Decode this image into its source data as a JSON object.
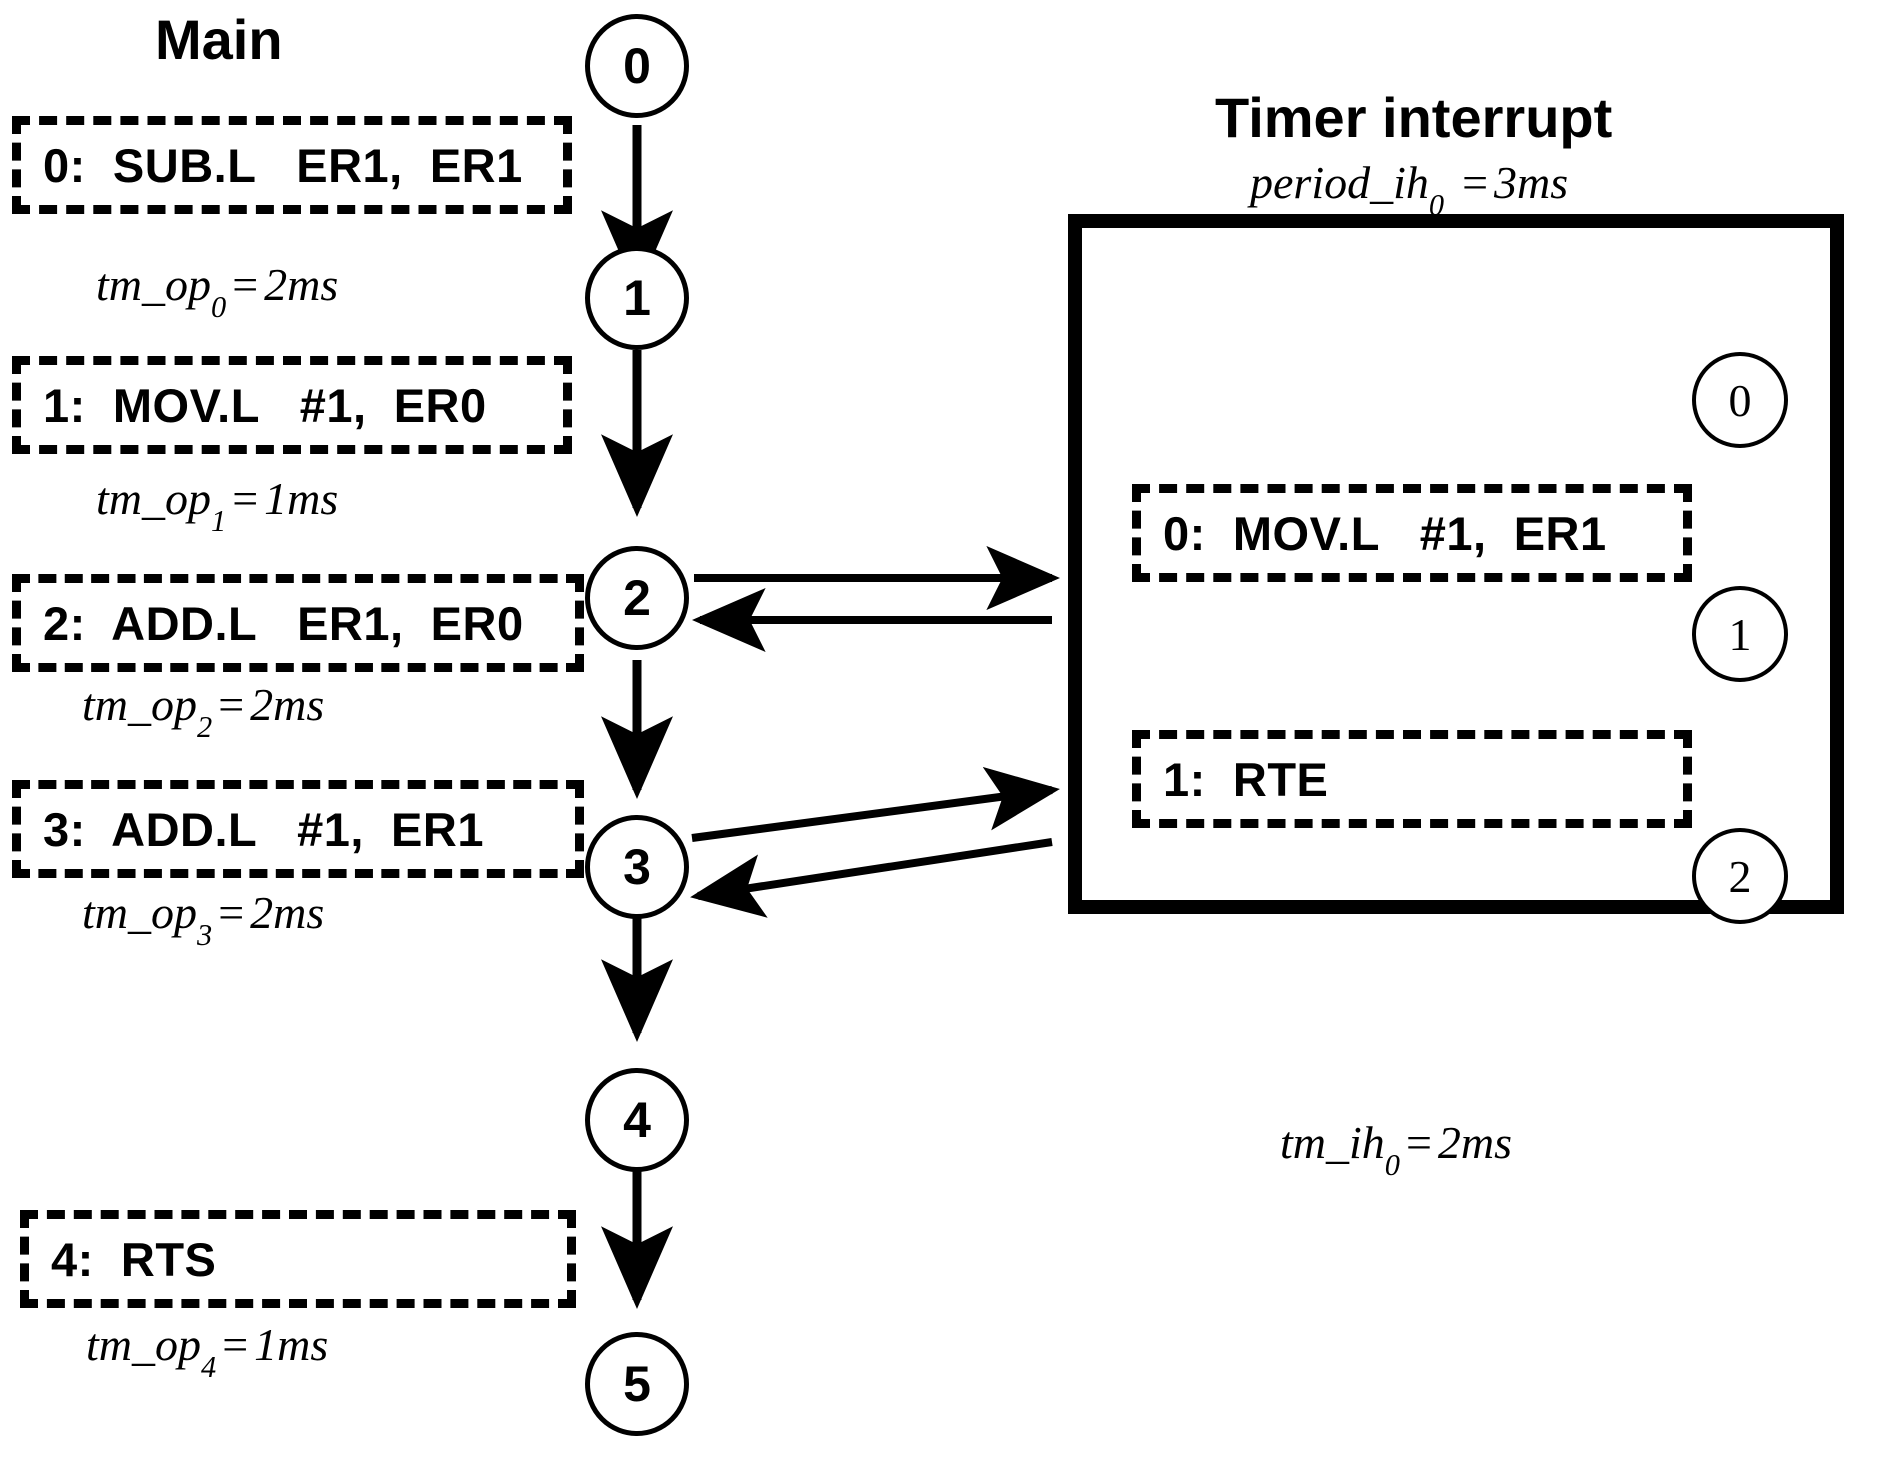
{
  "main": {
    "title": "Main",
    "instructions": [
      {
        "id": "0",
        "text": "0:  SUB.L   ER1,  ER1"
      },
      {
        "id": "1",
        "text": "1:  MOV.L   #1,  ER0"
      },
      {
        "id": "2",
        "text": "2:  ADD.L   ER1,  ER0"
      },
      {
        "id": "3",
        "text": "3:  ADD.L   #1,  ER1"
      },
      {
        "id": "4",
        "text": "4:  RTS"
      }
    ],
    "timings": [
      {
        "name": "tm_op",
        "sub": "0",
        "op": "=",
        "value": "2ms"
      },
      {
        "name": "tm_op",
        "sub": "1",
        "op": "=",
        "value": "1ms"
      },
      {
        "name": "tm_op",
        "sub": "2",
        "op": "=",
        "value": "2ms"
      },
      {
        "name": "tm_op",
        "sub": "3",
        "op": "=",
        "value": "2ms"
      },
      {
        "name": "tm_op",
        "sub": "4",
        "op": "=",
        "value": "1ms"
      }
    ],
    "nodes": [
      "0",
      "1",
      "2",
      "3",
      "4",
      "5"
    ]
  },
  "timer_interrupt": {
    "title": "Timer interrupt",
    "period": {
      "name": "period_ih",
      "sub": "0",
      "op": "=",
      "value": "3ms"
    },
    "exec_time": {
      "name": "tm_ih",
      "sub": "0",
      "op": "=",
      "value": "2ms"
    },
    "instructions": [
      {
        "id": "0",
        "text": "0:  MOV.L   #1,  ER1"
      },
      {
        "id": "1",
        "text": "1:  RTE"
      }
    ],
    "nodes": [
      "0",
      "1",
      "2"
    ]
  },
  "colors": {
    "stroke": "#000000",
    "background": "#ffffff"
  }
}
